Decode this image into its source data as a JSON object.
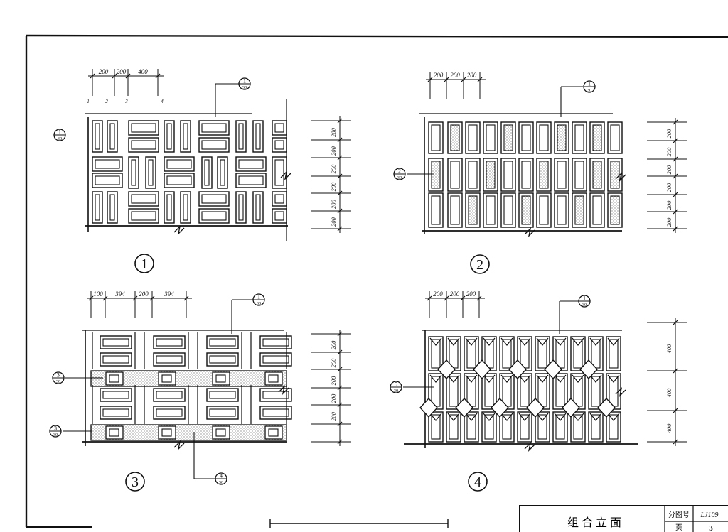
{
  "title_block": {
    "title": "组合立面",
    "label_atlas": "分图号",
    "atlas_code": "LJ109",
    "label_page": "页",
    "page_number": "3"
  },
  "panels": [
    {
      "number": "1",
      "dims_top": [
        "200",
        "200",
        "400"
      ],
      "dims_side": [
        "200",
        "200",
        "200",
        "200",
        "200",
        "200"
      ],
      "section_marks": [
        {
          "num": "1",
          "den": "30"
        },
        {
          "num": "1",
          "den": "30"
        }
      ],
      "module_marks": [
        "1",
        "2",
        "3",
        "4"
      ]
    },
    {
      "number": "2",
      "dims_top": [
        "200",
        "200",
        "200"
      ],
      "dims_side": [
        "200",
        "200",
        "200",
        "200",
        "200",
        "200"
      ],
      "section_marks": [
        {
          "num": "1",
          "den": "30"
        },
        {
          "num": "2",
          "den": "30"
        }
      ]
    },
    {
      "number": "3",
      "dims_top": [
        "100",
        "394",
        "200",
        "394"
      ],
      "dims_side": [
        "200",
        "200",
        "200",
        "200",
        "200"
      ],
      "section_marks": [
        {
          "num": "1",
          "den": "30"
        },
        {
          "num": "3",
          "den": "30"
        },
        {
          "num": "3",
          "den": "30"
        },
        {
          "num": "4",
          "den": "30"
        }
      ]
    },
    {
      "number": "4",
      "dims_top": [
        "200",
        "200",
        "200"
      ],
      "dims_side": [
        "400",
        "400",
        "400"
      ],
      "section_marks": [
        {
          "num": "1",
          "den": "30"
        },
        {
          "num": "5",
          "den": "30"
        }
      ]
    }
  ]
}
